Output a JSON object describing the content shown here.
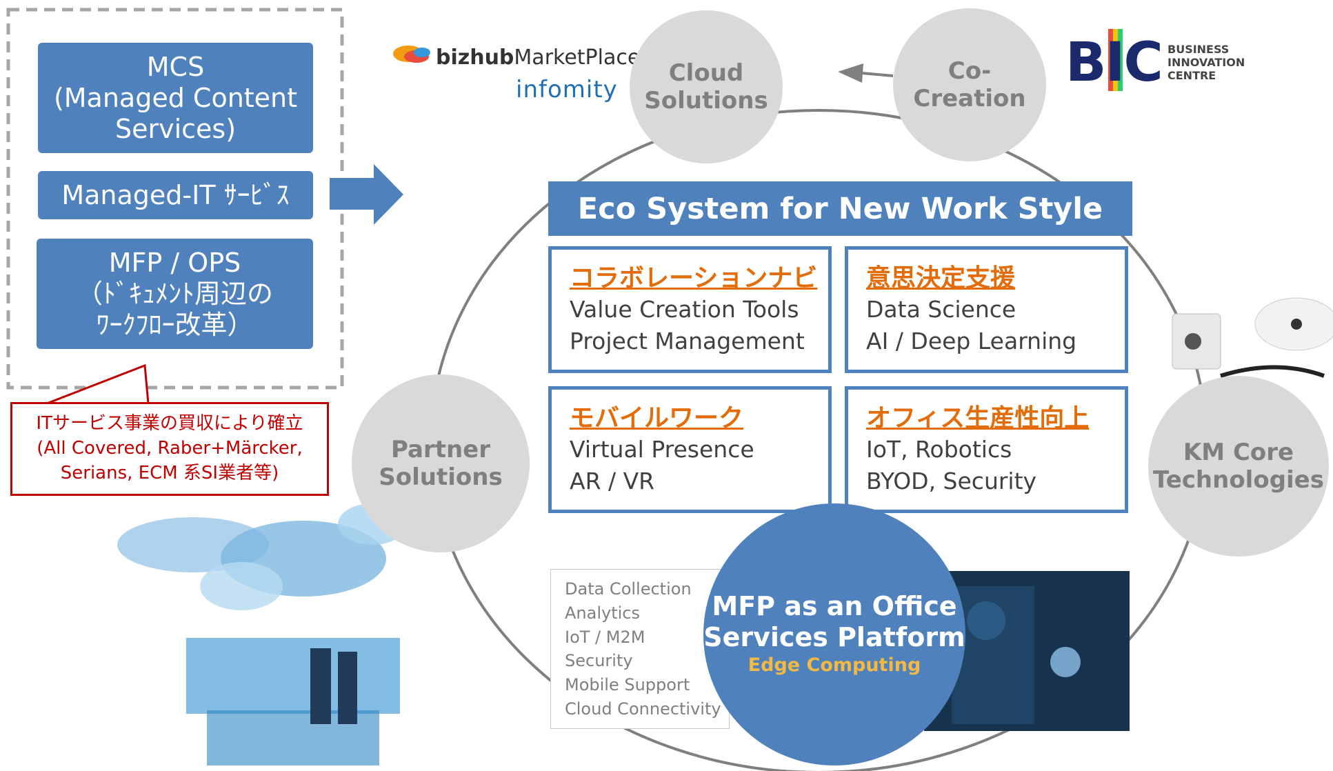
{
  "left_services": [
    {
      "lines": [
        "MCS",
        "(Managed Content",
        "Services)"
      ]
    },
    {
      "lines": [
        "Managed-IT ｻｰﾋﾞｽ"
      ]
    },
    {
      "lines": [
        "MFP / OPS",
        "（ﾄﾞｷｭﾒﾝﾄ周辺の",
        "ﾜｰｸﾌﾛｰ改革）"
      ]
    }
  ],
  "callout": {
    "lines": [
      "ITサービス事業の買収により確立",
      "(All Covered, Raber+Märcker,",
      "Serians, ECM 系SI業者等)"
    ]
  },
  "logos": {
    "bizhub_bold": "bizhub",
    "bizhub_rest": "MarketPlace",
    "infomity": "infomity",
    "bic_letters": "BIC",
    "bic_text": [
      "BUSINESS",
      "INNOVATION",
      "CENTRE"
    ]
  },
  "circles": {
    "cloud": [
      "Cloud",
      "Solutions"
    ],
    "cocreation": [
      "Co-Creation"
    ],
    "partner": [
      "Partner",
      "Solutions"
    ],
    "kmcore": [
      "KM Core",
      "Technologies"
    ]
  },
  "eco": {
    "title": "Eco System for New Work Style",
    "quadrants": [
      {
        "heading": "コラボレーションナビ",
        "lines": [
          "Value Creation Tools",
          "Project Management"
        ]
      },
      {
        "heading": "意思決定支援",
        "lines": [
          "Data Science",
          "AI / Deep Learning"
        ]
      },
      {
        "heading": "モバイルワーク",
        "lines": [
          "Virtual Presence",
          "AR / VR"
        ]
      },
      {
        "heading": "オフィス生産性向上",
        "lines": [
          "IoT, Robotics",
          "BYOD, Security"
        ]
      }
    ]
  },
  "data_list": [
    "Data Collection",
    "Analytics",
    "IoT / M2M",
    "Security",
    "Mobile Support",
    "Cloud Connectivity"
  ],
  "mfp": {
    "lines": [
      "MFP as an Office",
      "Services Platform"
    ],
    "sub": "Edge Computing"
  },
  "colors": {
    "primary_blue": "#4f81bd",
    "orange": "#e36c09",
    "callout_red": "#c00000",
    "circle_gray": "#d9d9d9",
    "edge_gold": "#f4b942"
  }
}
